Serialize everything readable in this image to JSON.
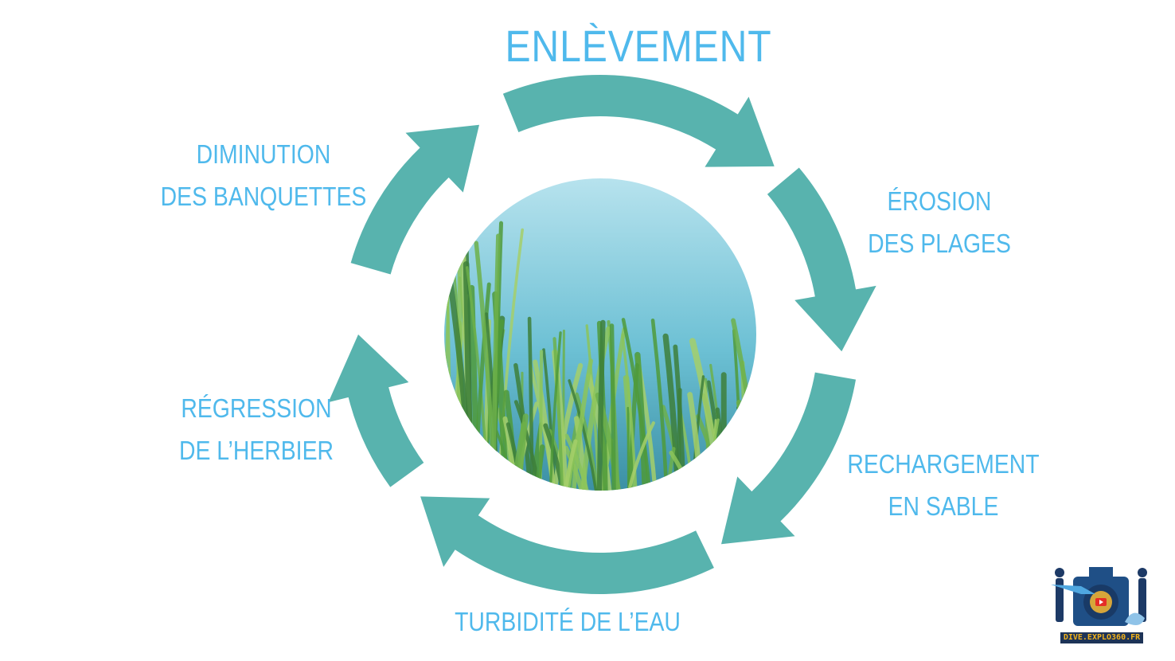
{
  "title": "ENLÈVEMENT",
  "stages": [
    {
      "line1": "ÉROSION",
      "line2": "DES PLAGES"
    },
    {
      "line1": "RECHARGEMENT",
      "line2": "EN SABLE"
    },
    {
      "line1": "TURBIDITÉ DE L’EAU",
      "line2": ""
    },
    {
      "line1": "RÉGRESSION",
      "line2": "DE L’HERBIER"
    },
    {
      "line1": "DIMINUTION",
      "line2": "DES BANQUETTES"
    }
  ],
  "logo_text": "DIVE.EXPLO360.FR",
  "colors": {
    "arrow": "#58b3ae",
    "text": "#4fb9ec"
  }
}
